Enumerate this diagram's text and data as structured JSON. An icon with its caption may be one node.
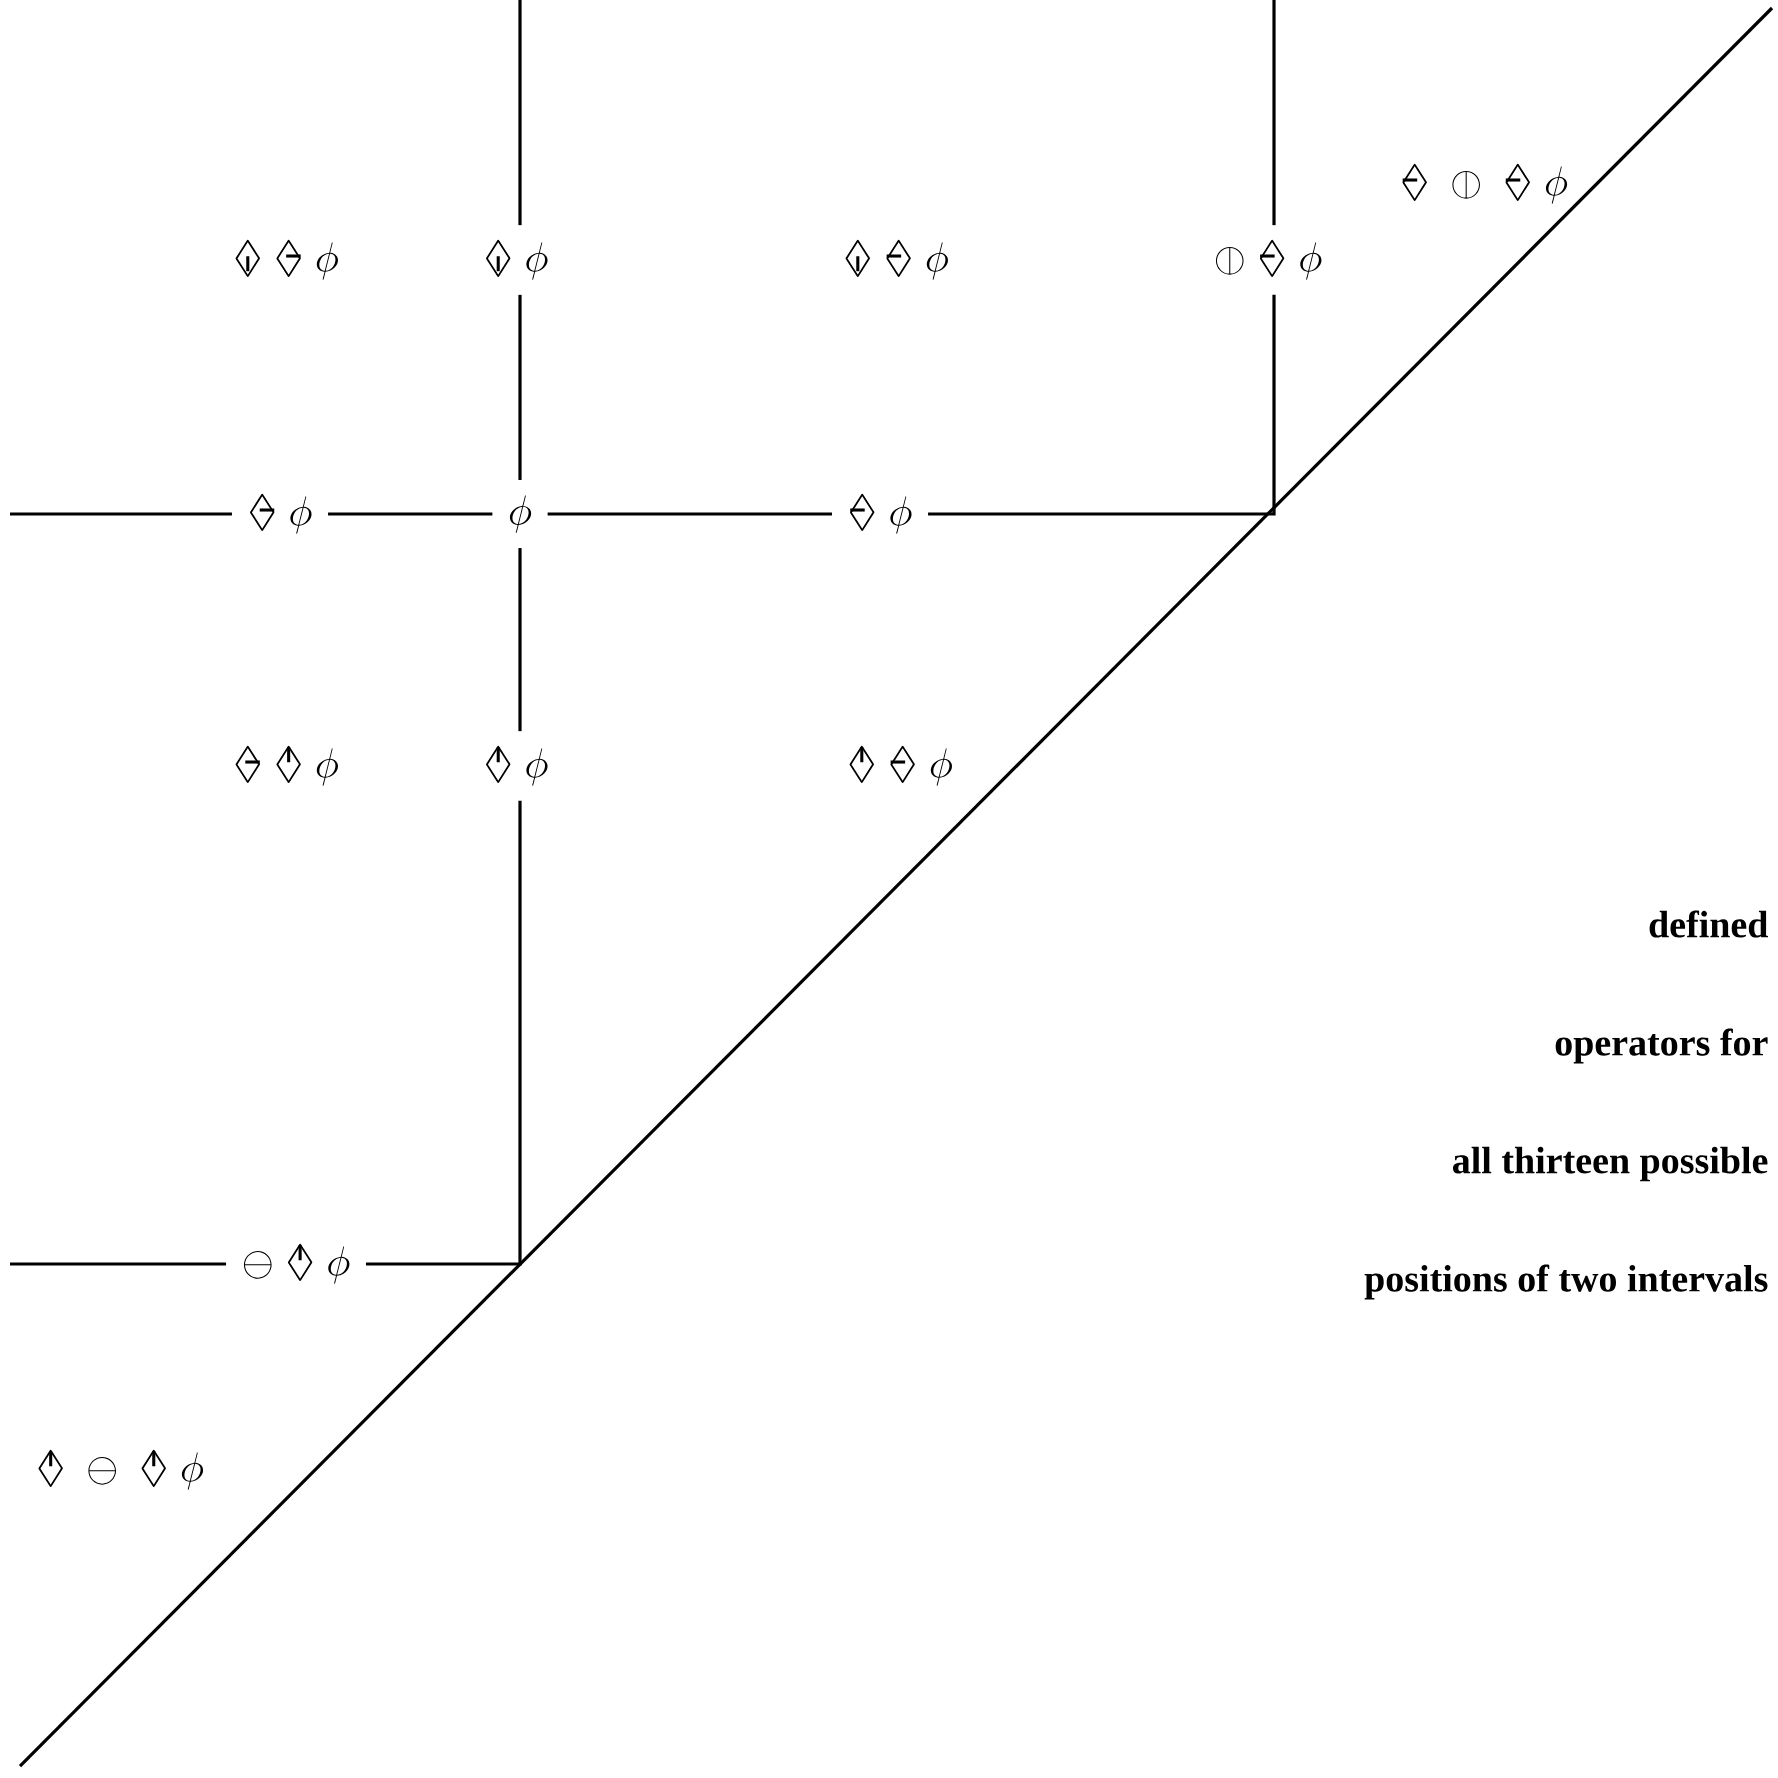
{
  "diagram": {
    "nodes": [
      {
        "text": [
          "\\mathord{\\ooalign{$\\Diamond$\\cr\\kern0.06em\\rule[0.31em]{0.33em}{0.07em}\\hfil\\cr}}\\;\\obar\\;\\mathord{\\ooalign{$\\Diamond$\\cr\\kern0.06em\\rule[0.31em]{0.33em}{0.07em}\\hfil\\cr}}\\;\\phi"
        ]
      },
      {
        "text": [
          "\\mathord{\\ooalign{$\\Diamond$\\cr\\hfil\\rule{0.07em}{0.34em}\\hfil\\cr}}\\;\\mathord{\\ooalign{$\\Diamond$\\cr\\hfil\\rule[0.31em]{0.33em}{0.07em}\\kern0.06em\\cr}}\\;\\phi"
        ]
      },
      {
        "text": [
          "\\mathord{\\ooalign{$\\Diamond$\\cr\\hfil\\rule{0.07em}{0.34em}\\hfil\\cr}}\\;\\phi"
        ]
      },
      {
        "text": [
          "\\mathord{\\ooalign{$\\Diamond$\\cr\\hfil\\rule{0.07em}{0.34em}\\hfil\\cr}}\\;\\mathord{\\ooalign{$\\Diamond$\\cr\\kern0.06em\\rule[0.31em]{0.33em}{0.07em}\\hfil\\cr}}\\;\\phi"
        ]
      },
      {
        "text": [
          "\\obar\\;\\mathord{\\ooalign{$\\Diamond$\\cr\\kern0.06em\\rule[0.31em]{0.33em}{0.07em}\\hfil\\cr}}\\;\\phi"
        ]
      },
      {
        "text": [
          "\\mathord{\\ooalign{$\\Diamond$\\cr\\hfil\\rule[0.31em]{0.33em}{0.07em}\\kern0.06em\\cr}}\\;\\phi"
        ]
      },
      {
        "text": [
          "\\phi"
        ]
      },
      {
        "text": [
          "\\mathord{\\ooalign{$\\Diamond$\\cr\\kern0.06em\\rule[0.31em]{0.33em}{0.07em}\\hfil\\cr}}\\;\\phi"
        ]
      },
      {
        "text": [
          "\\mathord{\\ooalign{$\\Diamond$\\cr\\hfil\\rule[0.31em]{0.33em}{0.07em}\\kern0.06em\\cr}}\\;\\mathord{\\ooalign{$\\Diamond$\\cr\\hfil\\rule[0.34em]{0.07em}{0.34em}\\hfil\\cr}}\\;\\phi"
        ]
      },
      {
        "text": [
          "\\mathord{\\ooalign{$\\Diamond$\\cr\\hfil\\rule[0.34em]{0.07em}{0.34em}\\hfil\\cr}}\\;\\phi"
        ]
      },
      {
        "text": [
          "\\mathord{\\ooalign{$\\Diamond$\\cr\\hfil\\rule[0.34em]{0.07em}{0.34em}\\hfil\\cr}}\\;\\mathord{\\ooalign{$\\Diamond$\\cr\\kern0.06em\\rule[0.31em]{0.33em}{0.07em}\\hfil\\cr}}\\;\\phi"
        ]
      },
      {
        "text": [
          "\\ominus\\;\\mathord{\\ooalign{$\\Diamond$\\cr\\hfil\\rule[0.34em]{0.07em}{0.34em}\\hfil\\cr}}\\;\\phi"
        ]
      },
      {
        "text": [
          "\\mathord{\\ooalign{$\\Diamond$\\cr\\hfil\\rule[0.34em]{0.07em}{0.34em}\\hfil\\cr}}\\;\\ominus\\;\\mathord{\\ooalign{$\\Diamond$\\cr\\hfil\\rule[0.34em]{0.07em}{0.34em}\\hfil\\cr}}\\;\\phi"
        ]
      }
    ],
    "edges": [
      {
        "from": null,
        "to": 2,
        "arrow": "none"
      },
      {
        "from": 2,
        "to": 6,
        "arrow": "none"
      },
      {
        "from": 6,
        "to": 9,
        "arrow": "none"
      },
      {
        "from": 9,
        "to": 11,
        "arrow": "none"
      },
      {
        "from": null,
        "to": 5,
        "arrow": "none"
      },
      {
        "from": 5,
        "to": 6,
        "arrow": "none"
      },
      {
        "from": 6,
        "to": 7,
        "arrow": "none"
      },
      {
        "from": 7,
        "to": 4,
        "arrow": "none"
      },
      {
        "from": null,
        "to": 4,
        "arrow": "none"
      },
      {
        "from": null,
        "to": 11,
        "arrow": "none"
      }
    ],
    "labels": [
      "defined",
      "operators for",
      "all thirteen possible",
      "positions of two intervals"
    ]
  }
}
